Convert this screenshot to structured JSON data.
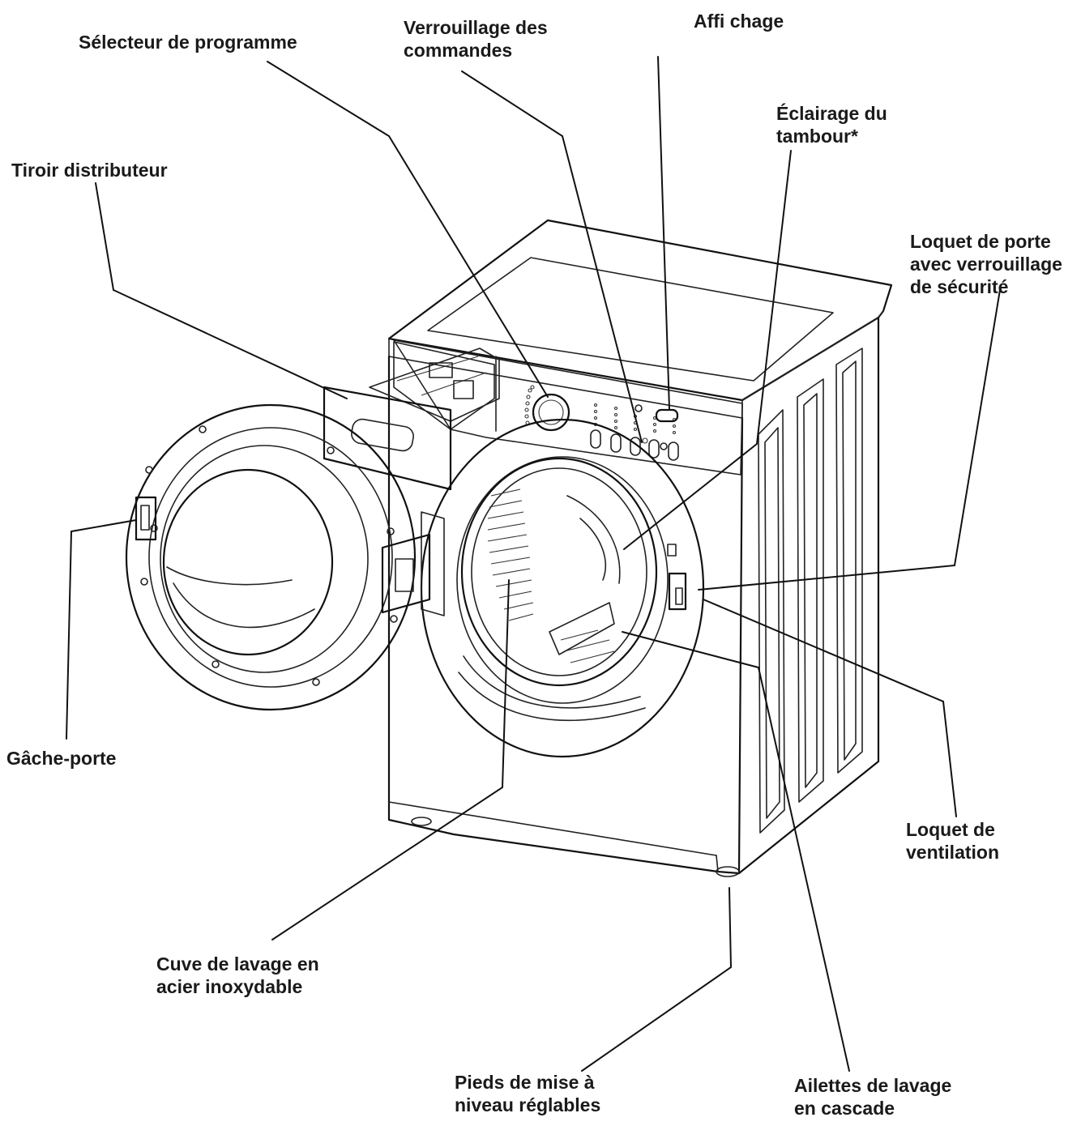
{
  "labels": {
    "selecteur": "Sélecteur de programme",
    "verrouillage_1": "Verrouillage des",
    "verrouillage_2": "commandes",
    "affichage": "Affi chage",
    "eclairage_1": "Éclairage du",
    "eclairage_2": "tambour*",
    "tiroir": "Tiroir distributeur",
    "loquet_porte_1": "Loquet de porte",
    "loquet_porte_2": "avec verrouillage",
    "loquet_porte_3": "de sécurité",
    "gache": "Gâche-porte",
    "loquet_vent_1": "Loquet de",
    "loquet_vent_2": "ventilation",
    "cuve_1": "Cuve de lavage en",
    "cuve_2": "acier inoxydable",
    "pieds_1": "Pieds de mise à",
    "pieds_2": "niveau réglables",
    "ailettes_1": "Ailettes de lavage",
    "ailettes_2": "en cascade"
  }
}
